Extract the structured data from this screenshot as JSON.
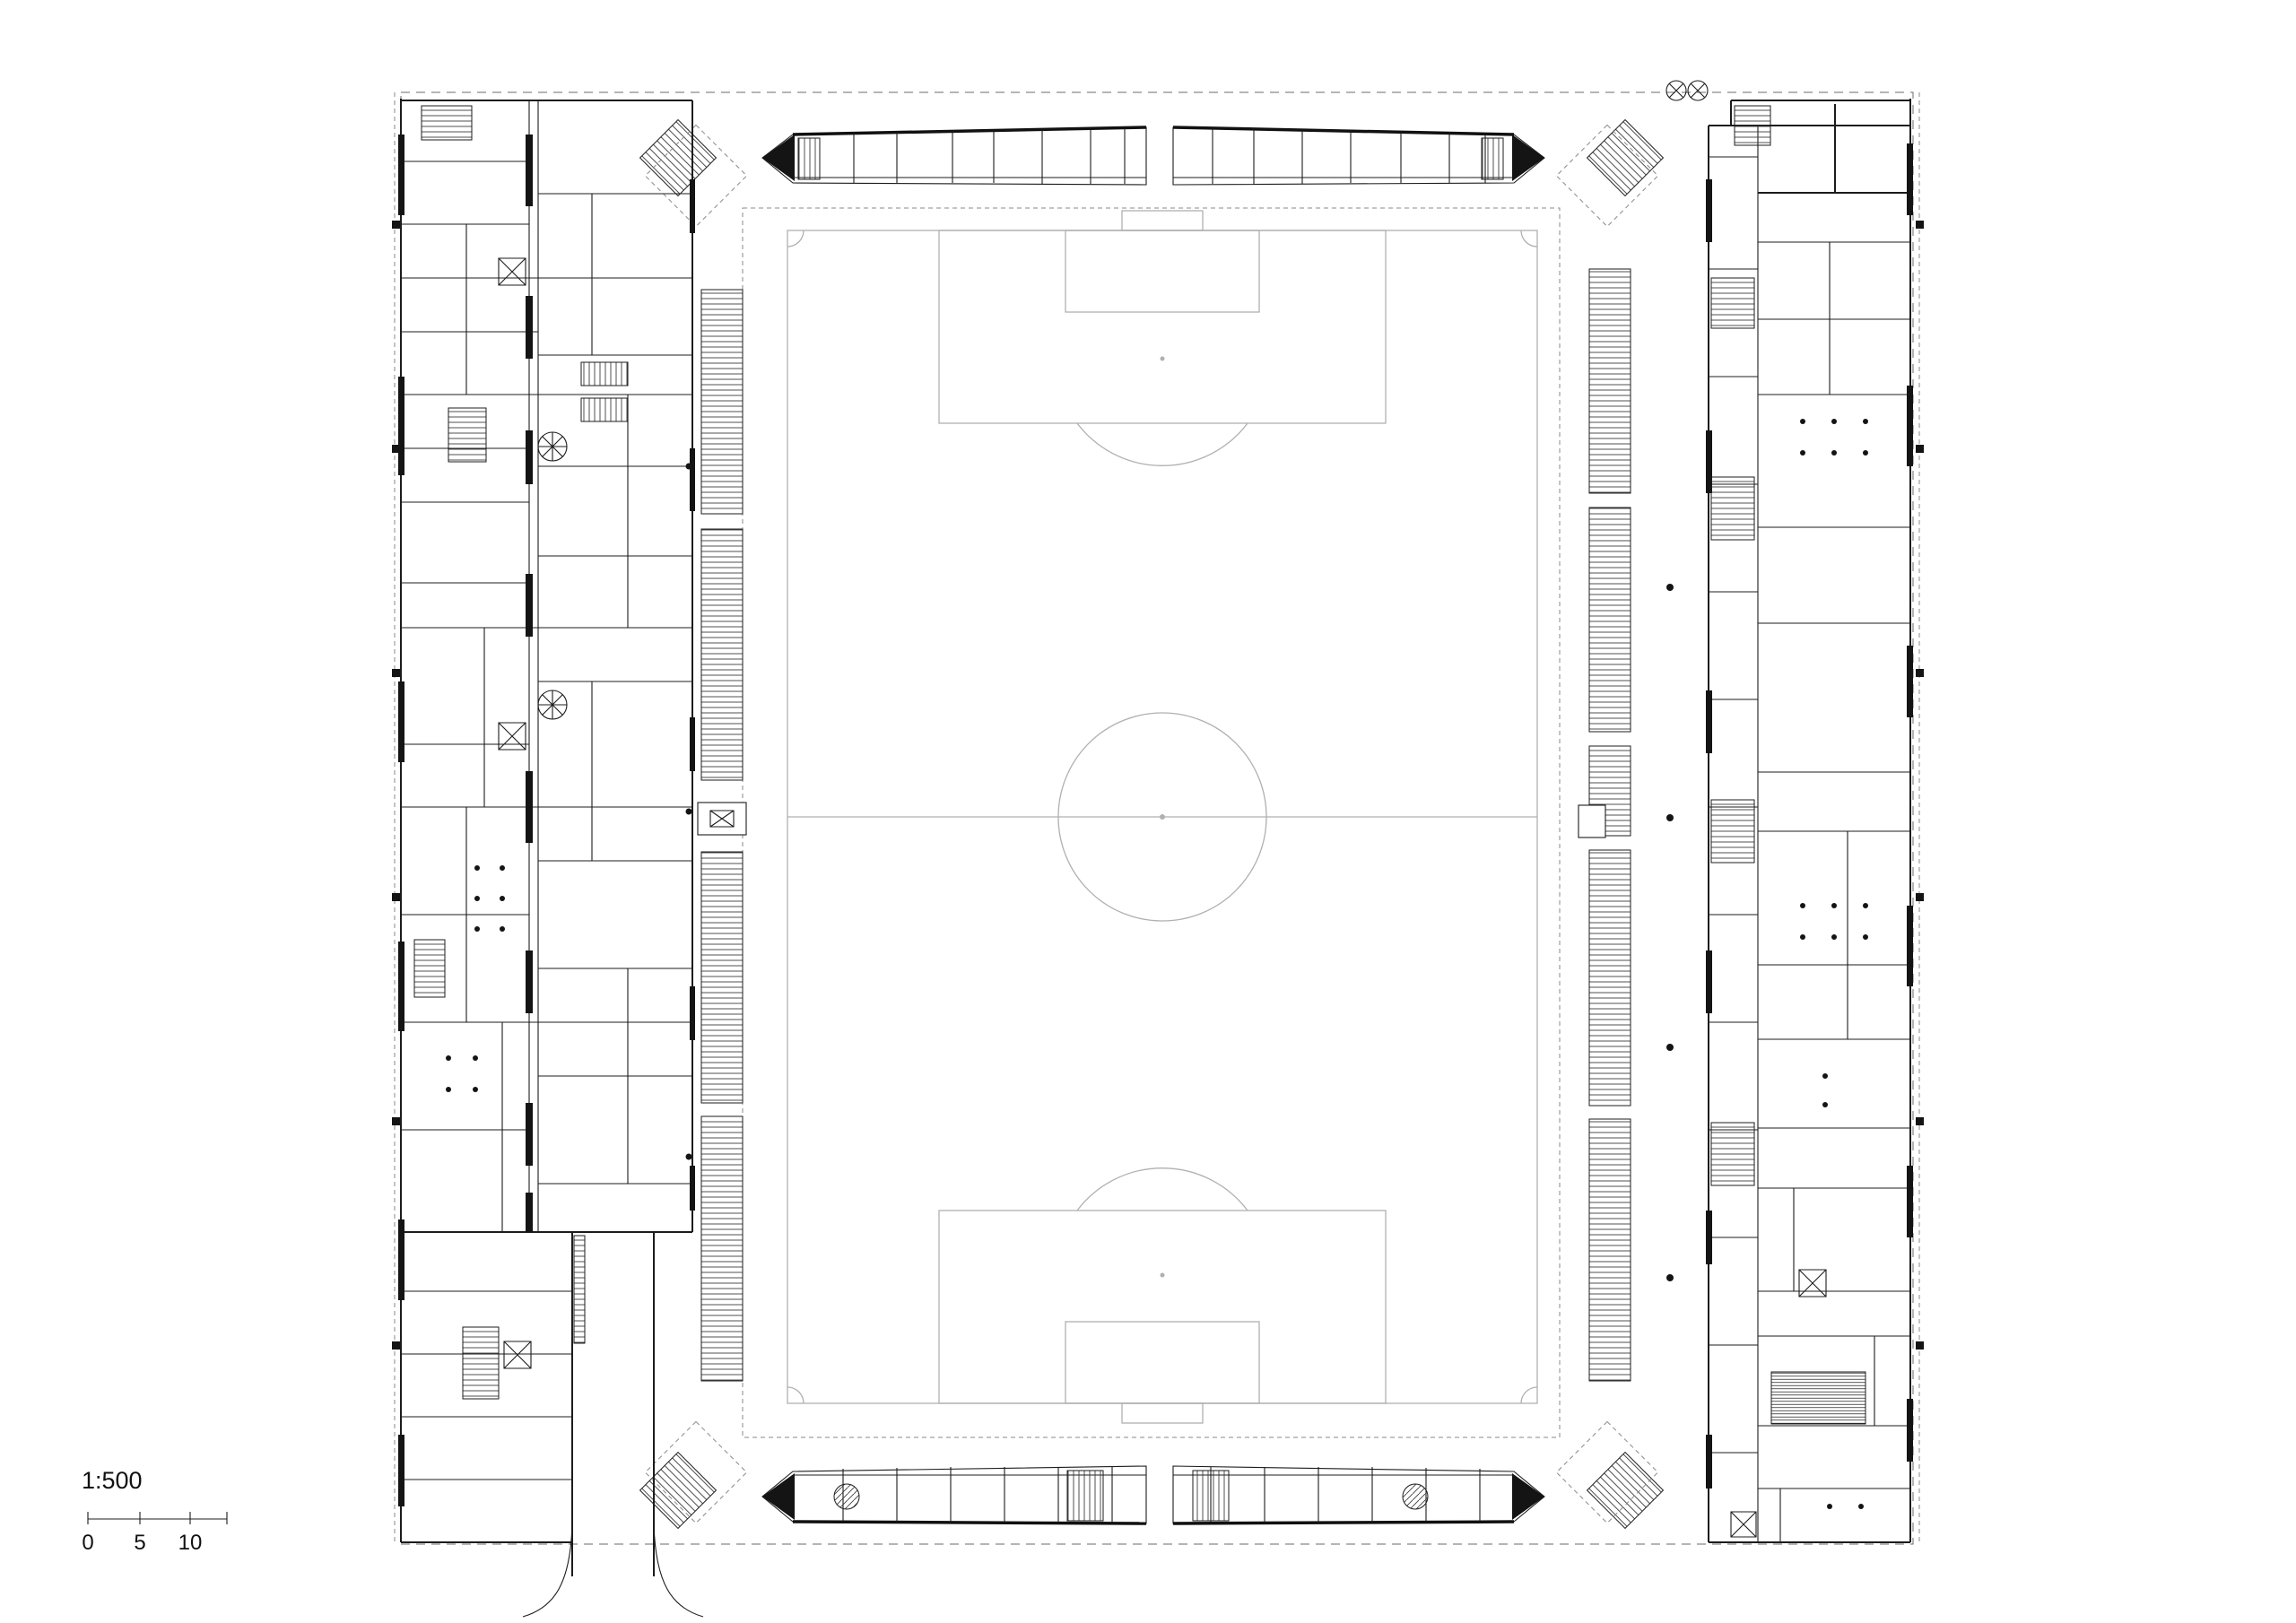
{
  "plan": {
    "scale_label": "1:500",
    "scale_ticks": [
      "0",
      "5",
      "10"
    ],
    "colors": {
      "background": "#ffffff",
      "ink": "#1c1c1c",
      "pitch_lines": "#b0b0b0",
      "dashed_boundary": "#6b6b6b"
    }
  }
}
